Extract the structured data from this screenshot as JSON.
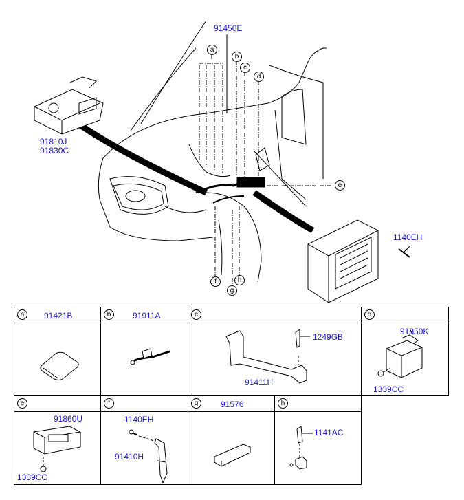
{
  "main_labels": {
    "harness": "91450E",
    "unit_line1": "91810J",
    "unit_line2": "91830C",
    "bolt": "1140EH"
  },
  "callouts": {
    "a": "a",
    "b": "b",
    "c": "c",
    "d": "d",
    "e": "e",
    "f": "f",
    "g": "g",
    "h": "h"
  },
  "cells": {
    "a": {
      "letter": "a",
      "code": "91421B"
    },
    "b": {
      "letter": "b",
      "code": "91911A"
    },
    "c": {
      "letter": "c",
      "code": "",
      "parts": {
        "clip": "1249GB",
        "bracket": "91411H"
      }
    },
    "d": {
      "letter": "d",
      "code": "",
      "parts": {
        "module": "91850K",
        "nut": "1339CC"
      }
    },
    "e": {
      "letter": "e",
      "code": "",
      "parts": {
        "module": "91860U",
        "nut": "1339CC"
      }
    },
    "f": {
      "letter": "f",
      "code": "",
      "parts": {
        "bolt": "1140EH",
        "bracket": "91410H"
      }
    },
    "g": {
      "letter": "g",
      "code": "91576"
    },
    "h": {
      "letter": "h",
      "code": "",
      "parts": {
        "clip": "1141AC"
      }
    }
  }
}
